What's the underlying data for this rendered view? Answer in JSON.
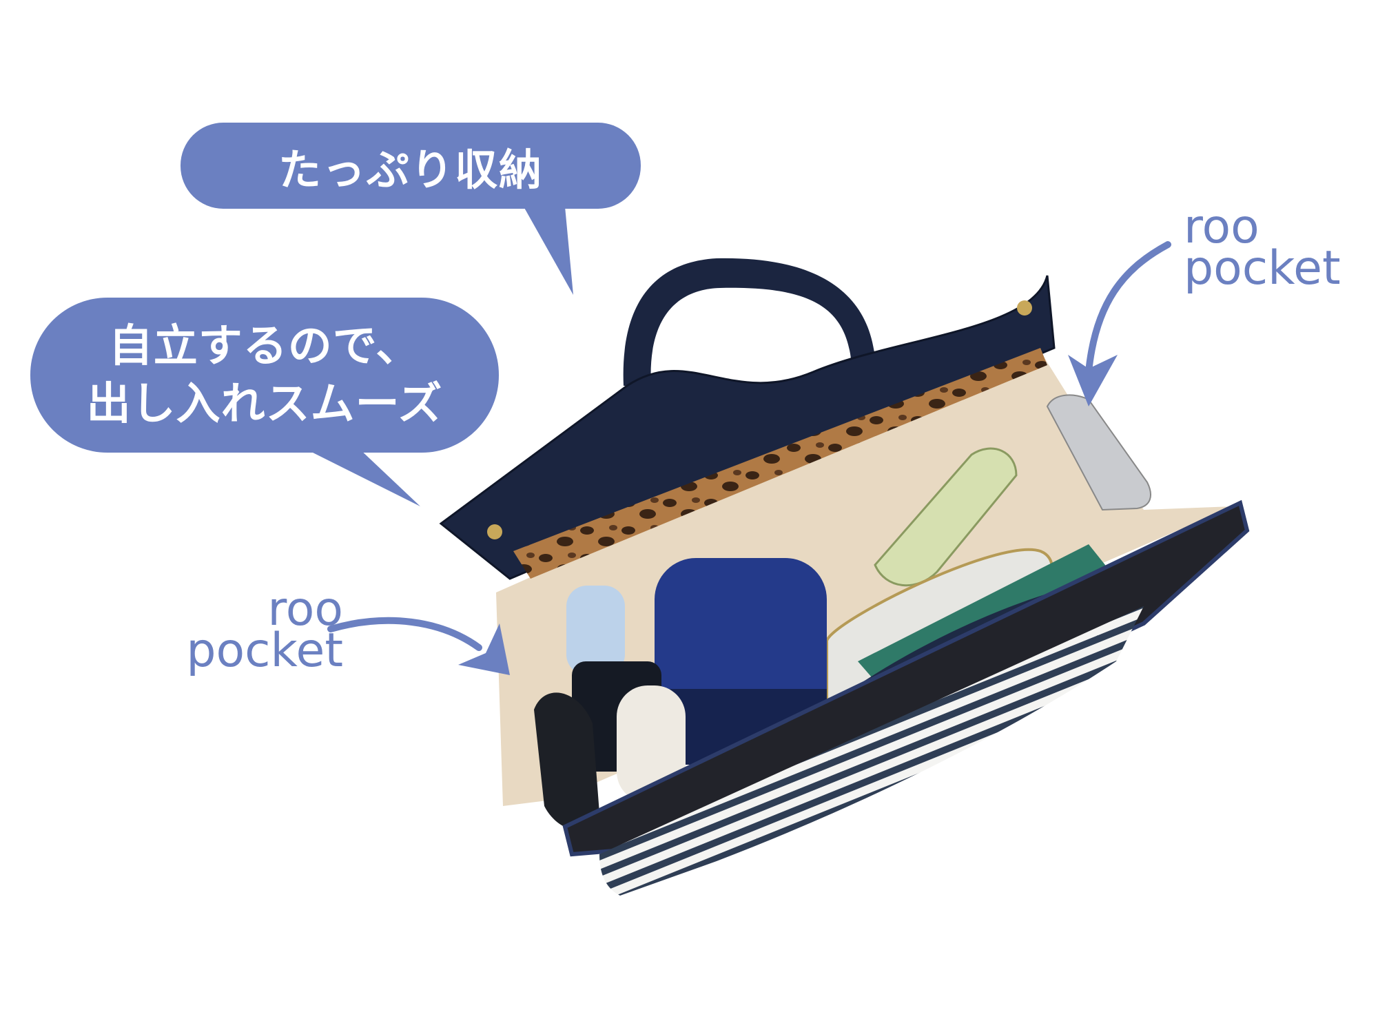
{
  "callouts": {
    "capacity": {
      "text": "たっぷり収納"
    },
    "self_standing": {
      "line1": "自立するので、",
      "line2": "出し入れスムーズ"
    }
  },
  "labels": {
    "right_pocket": {
      "line1": "roo",
      "line2": "pocket"
    },
    "left_pocket": {
      "line1": "roo",
      "line2": "pocket"
    }
  },
  "photo": {
    "subject": "navy bag-in-bag organizer with striped front, filled with items",
    "items": [
      "tortoiseshell clear file",
      "notebook",
      "blue cylindrical case",
      "spray bottle",
      "lotion tube",
      "striped pouch",
      "zip wallet",
      "book",
      "smartphone",
      "black device"
    ]
  },
  "colors": {
    "accent": "#6b80c1",
    "bag_navy": "#1b2540",
    "lining_beige": "#e8d9c2",
    "background": "#ffffff"
  }
}
